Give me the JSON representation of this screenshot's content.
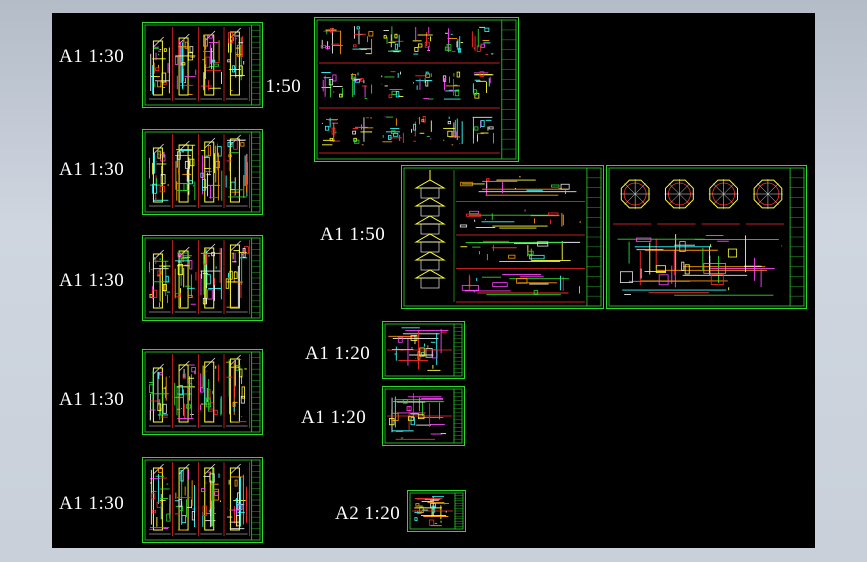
{
  "drawing_canvas": {
    "background": "#000000",
    "sheet_border_color": "#2bd82b",
    "label_color": "#ffffff"
  },
  "labels": [
    {
      "text": "A1  1:30"
    },
    {
      "text": "A1  1:30"
    },
    {
      "text": "A1  1:30"
    },
    {
      "text": "A1  1:30"
    },
    {
      "text": "A1  1:30"
    },
    {
      "text": "A1  1:50"
    },
    {
      "text": "A1  1:50"
    },
    {
      "text": "A1  1:20"
    },
    {
      "text": "A1  1:20"
    },
    {
      "text": "A2  1:20"
    }
  ],
  "sheets": [
    {
      "kind": "elevation"
    },
    {
      "kind": "elevation"
    },
    {
      "kind": "elevation"
    },
    {
      "kind": "elevation"
    },
    {
      "kind": "elevation"
    },
    {
      "kind": "details-grid"
    },
    {
      "kind": "pagoda-sections"
    },
    {
      "kind": "octagon-plans"
    },
    {
      "kind": "details-small"
    },
    {
      "kind": "details-small"
    },
    {
      "kind": "details-small"
    }
  ]
}
